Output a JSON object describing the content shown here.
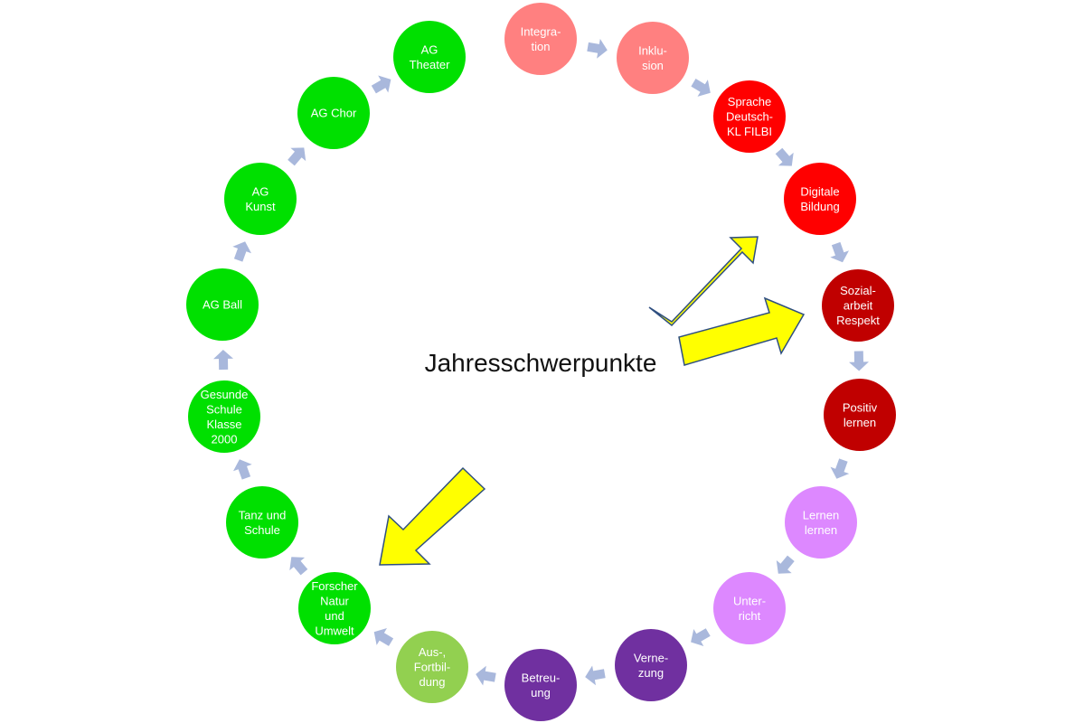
{
  "diagram": {
    "center_title": "Jahresschwerpunkte",
    "colors": {
      "connector_arrow": "#a9b8dc",
      "highlight_arrow_fill": "#ffff00",
      "highlight_arrow_stroke": "#2f4f80",
      "node_text": "#ffffff"
    },
    "nodes": [
      {
        "id": "integration",
        "lines": [
          "Integra-",
          "tion"
        ],
        "color": "#ff8080"
      },
      {
        "id": "inklusion",
        "lines": [
          "Inklu-",
          "sion"
        ],
        "color": "#ff8080"
      },
      {
        "id": "sprache",
        "lines": [
          "Sprache",
          "Deutsch-",
          "KL FILBI"
        ],
        "color": "#ff0000"
      },
      {
        "id": "digitale-bildung",
        "lines": [
          "Digitale",
          "Bildung"
        ],
        "color": "#ff0000"
      },
      {
        "id": "sozialarbeit",
        "lines": [
          "Sozial-",
          "arbeit",
          "Respekt"
        ],
        "color": "#c00000"
      },
      {
        "id": "positiv-lernen",
        "lines": [
          "Positiv",
          "lernen"
        ],
        "color": "#c00000"
      },
      {
        "id": "lernen-lernen",
        "lines": [
          "Lernen",
          "lernen"
        ],
        "color": "#dd88ff"
      },
      {
        "id": "unterricht",
        "lines": [
          "Unter-",
          "richt"
        ],
        "color": "#dd88ff"
      },
      {
        "id": "vernetzung",
        "lines": [
          "Verne-",
          "zung"
        ],
        "color": "#7030a0"
      },
      {
        "id": "betreuung",
        "lines": [
          "Betreu-",
          "ung"
        ],
        "color": "#7030a0"
      },
      {
        "id": "fortbildung",
        "lines": [
          "Aus-,",
          "Fortbil-",
          "dung"
        ],
        "color": "#92d050"
      },
      {
        "id": "forscher",
        "lines": [
          "Forscher",
          "Natur",
          "und",
          "Umwelt"
        ],
        "color": "#00e000"
      },
      {
        "id": "tanz",
        "lines": [
          "Tanz und",
          "Schule"
        ],
        "color": "#00e000"
      },
      {
        "id": "gesunde-schule",
        "lines": [
          "Gesunde",
          "Schule",
          "Klasse",
          "2000"
        ],
        "color": "#00e000"
      },
      {
        "id": "ag-ball",
        "lines": [
          "AG Ball"
        ],
        "color": "#00e000"
      },
      {
        "id": "ag-kunst",
        "lines": [
          "AG",
          "Kunst"
        ],
        "color": "#00e000"
      },
      {
        "id": "ag-chor",
        "lines": [
          "AG Chor"
        ],
        "color": "#00e000"
      },
      {
        "id": "ag-theater",
        "lines": [
          "AG",
          "Theater"
        ],
        "color": "#00e000"
      }
    ]
  }
}
